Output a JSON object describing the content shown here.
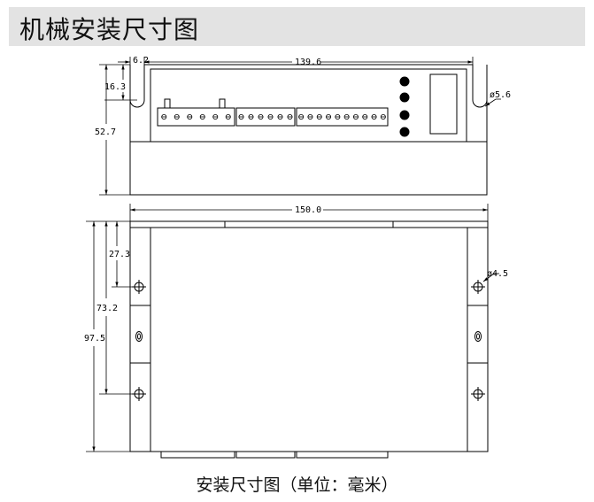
{
  "header": {
    "title": "机械安装尺寸图"
  },
  "caption": "安装尺寸图（单位：毫米）",
  "top_view": {
    "dims": {
      "offset": "6.2",
      "width": "139.6",
      "hole_height": "16.3",
      "height": "52.7",
      "hole_dia": "ø5.6"
    }
  },
  "bottom_view": {
    "dims": {
      "width": "150.0",
      "first_hole": "27.3",
      "hole_span": "73.2",
      "height": "97.5",
      "hole_dia": "ø4.5"
    }
  }
}
